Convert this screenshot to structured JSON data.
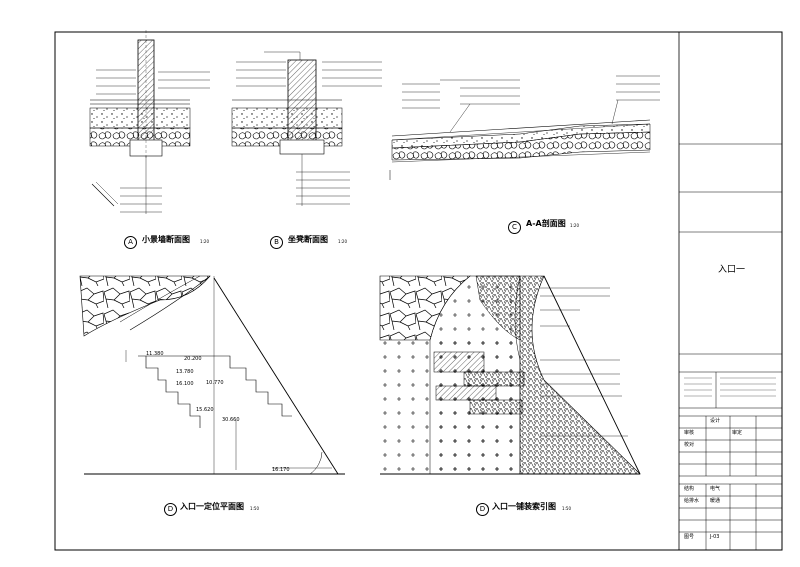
{
  "drawings": {
    "a": {
      "id": "A",
      "title": "小景墙断面图",
      "scale": "1:20"
    },
    "b": {
      "id": "B",
      "title": "坐凳断面图",
      "scale": "1:20"
    },
    "c": {
      "id": "C",
      "title": "A-A剖面图",
      "scale": "1:20"
    },
    "d1": {
      "id": "D",
      "title": "入口一定位平面图",
      "scale": "1:50"
    },
    "d2": {
      "id": "D",
      "title": "入口一铺装索引图",
      "scale": "1:50"
    }
  },
  "dimensions": [
    "11.380",
    "20.200",
    "13.780",
    "16.100",
    "10.770",
    "15.620",
    "30.660",
    "16.170"
  ],
  "title_block": {
    "drawing_name": "入口一",
    "sheet_no": "J-03",
    "row_labels": [
      "设计",
      "审核",
      "校对",
      "审定",
      "结构",
      "给排水",
      "电气",
      "暖通",
      "图号"
    ]
  }
}
